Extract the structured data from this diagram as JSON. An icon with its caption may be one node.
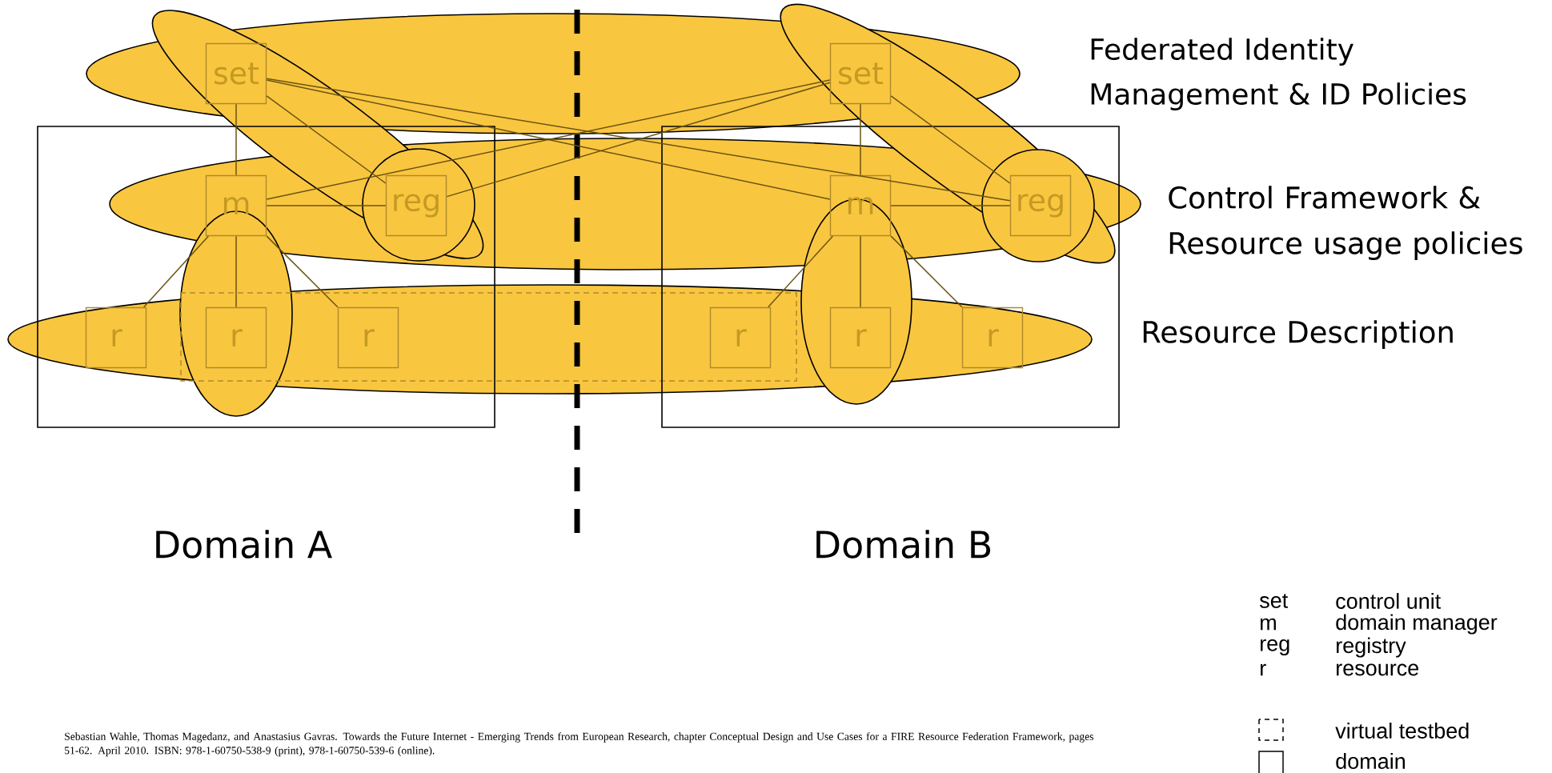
{
  "diagram": {
    "nodes": [
      {
        "text": [
          "set"
        ]
      },
      {
        "text": [
          "set"
        ]
      },
      {
        "text": [
          "Domain A"
        ]
      },
      {
        "text": [
          "m"
        ],
        "in": 2
      },
      {
        "text": [
          "reg"
        ],
        "in": 2
      },
      {
        "text": [
          "r"
        ],
        "in": 2
      },
      {
        "text": [
          "r"
        ],
        "in": 2
      },
      {
        "text": [
          "r"
        ],
        "in": 2
      },
      {
        "text": [
          "Domain B"
        ]
      },
      {
        "text": [
          "m"
        ],
        "in": 8
      },
      {
        "text": [
          "reg"
        ],
        "in": 8
      },
      {
        "text": [
          "r"
        ],
        "in": 8
      },
      {
        "text": [
          "r"
        ],
        "in": 8
      },
      {
        "text": [
          "r"
        ],
        "in": 8
      }
    ],
    "edges": [
      {
        "from": 0,
        "to": 3,
        "arrow": "none"
      },
      {
        "from": 0,
        "to": 4,
        "arrow": "none"
      },
      {
        "from": 3,
        "to": 4,
        "arrow": "none"
      },
      {
        "from": 3,
        "to": 5,
        "arrow": "none"
      },
      {
        "from": 3,
        "to": 6,
        "arrow": "none"
      },
      {
        "from": 3,
        "to": 7,
        "arrow": "none"
      },
      {
        "from": 1,
        "to": 9,
        "arrow": "none"
      },
      {
        "from": 1,
        "to": 10,
        "arrow": "none"
      },
      {
        "from": 9,
        "to": 10,
        "arrow": "none"
      },
      {
        "from": 9,
        "to": 11,
        "arrow": "none"
      },
      {
        "from": 9,
        "to": 12,
        "arrow": "none"
      },
      {
        "from": 9,
        "to": 13,
        "arrow": "none"
      },
      {
        "from": 0,
        "to": 9,
        "arrow": "none"
      },
      {
        "from": 0,
        "to": 10,
        "arrow": "none"
      },
      {
        "from": 1,
        "to": 3,
        "arrow": "none"
      },
      {
        "from": 1,
        "to": 4,
        "arrow": "none"
      }
    ],
    "labels": [
      "Federated Identity Management & ID Policies",
      "Control Framework & Resource usage policies",
      "Resource Description",
      "set",
      "m",
      "reg",
      "r",
      "Sebastian Wahle, Thomas Magedanz, and Anastasius Gavras. Towards the Future Internet - Emerging Trends from European Research, chapter Conceptual Design and Use Cases for a FIRE Resource Federation Framework, pages 51-62. April 2010. ISBN: 978-1-60750-538-9 (print), 978-1-60750-539-6 (online)."
    ],
    "legend": [
      {
        "text": "control unit"
      },
      {
        "text": "domain manager"
      },
      {
        "text": "registry"
      },
      {
        "text": "resource"
      },
      {
        "text": "virtual testbed"
      },
      {
        "text": "domain"
      }
    ]
  }
}
